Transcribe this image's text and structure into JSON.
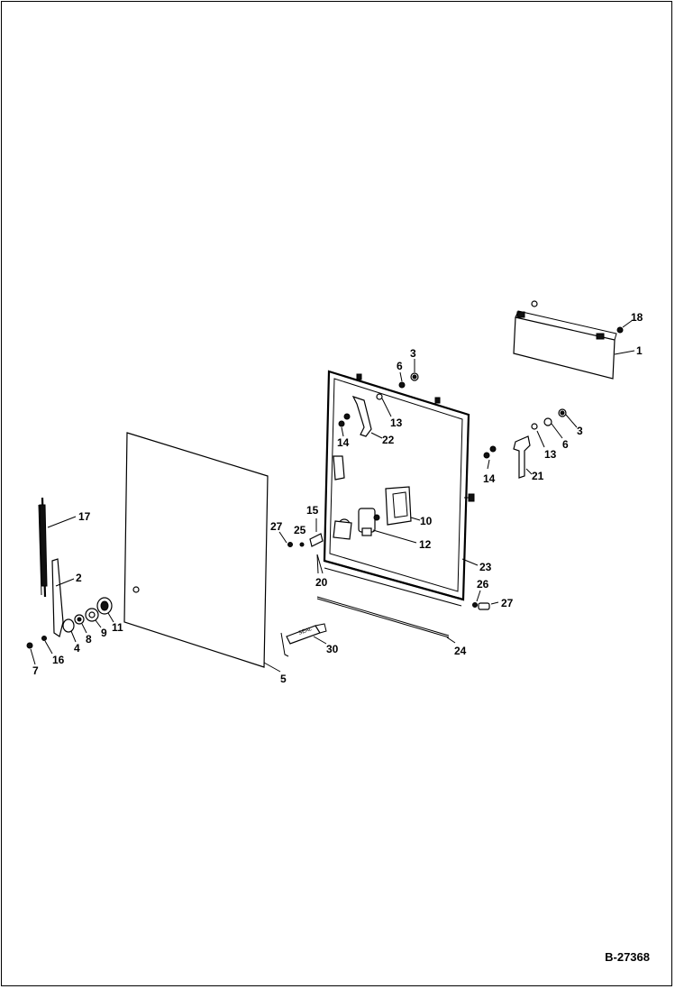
{
  "drawing_number": "B-27368",
  "callouts": [
    "1",
    "2",
    "3",
    "4",
    "5",
    "6",
    "7",
    "8",
    "9",
    "10",
    "11",
    "12",
    "13",
    "14",
    "15",
    "16",
    "17",
    "18",
    "20",
    "21",
    "22",
    "23",
    "24",
    "25",
    "26",
    "27",
    "30"
  ],
  "labels": {
    "c18": "18",
    "c1": "1",
    "c3a": "3",
    "c6a": "6",
    "c13a": "13",
    "c14a": "14",
    "c22a": "22",
    "c3b": "3",
    "c6b": "6",
    "c13b": "13",
    "c14b": "14",
    "c21": "21",
    "c10": "10",
    "c12": "12",
    "c15": "15",
    "c27a": "27",
    "c25": "25",
    "c20": "20",
    "c23": "23",
    "c26": "26",
    "c27b": "27",
    "c24": "24",
    "c30": "30",
    "c5": "5",
    "c17": "17",
    "c2": "2",
    "c4": "4",
    "c8": "8",
    "c9": "9",
    "c11": "11",
    "c7": "7",
    "c16": "16",
    "c28": "25"
  },
  "seal_text": "SEAL"
}
